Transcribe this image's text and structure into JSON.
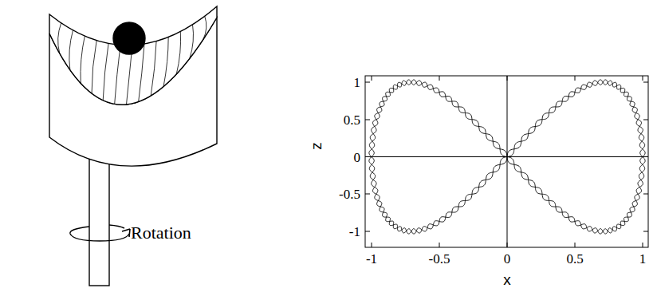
{
  "diagram": {
    "labels": [
      "Rotation",
      "z",
      "1",
      "0.5",
      "0",
      "-0.5",
      "-1",
      "x",
      "-1",
      "-0.5",
      "0",
      "0.5",
      "1"
    ]
  }
}
